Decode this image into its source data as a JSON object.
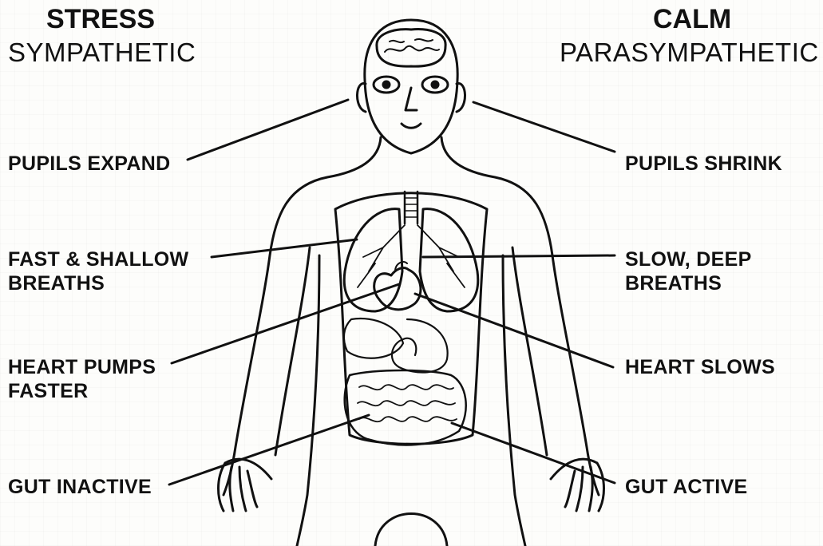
{
  "left": {
    "title": "STRESS",
    "subtitle": "SYMPATHETIC",
    "labels": {
      "pupils": "PUPILS EXPAND",
      "breath_line1": "FAST & SHALLOW",
      "breath_line2": "BREATHS",
      "heart_line1": "HEART PUMPS",
      "heart_line2": "FASTER",
      "gut": "GUT INACTIVE"
    }
  },
  "right": {
    "title": "CALM",
    "subtitle": "PARASYMPATHETIC",
    "labels": {
      "pupils": "PUPILS SHRINK",
      "breath_line1": "SLOW, DEEP",
      "breath_line2": "BREATHS",
      "heart": "HEART SLOWS",
      "gut": "GUT ACTIVE"
    }
  },
  "colors": {
    "ink": "#111111",
    "background": "#ffffff"
  }
}
